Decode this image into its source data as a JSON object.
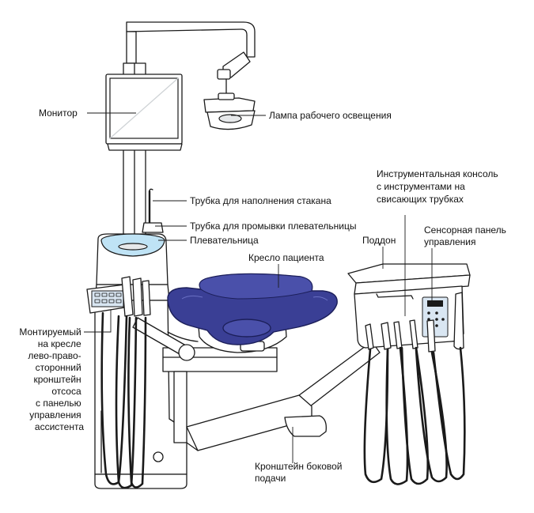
{
  "diagram": {
    "labels": {
      "monitor": "Монитор",
      "lamp": "Лампа рабочего освещения",
      "cup_filler_line1": "Трубка для наполнения стакана",
      "bowl_rinse": "Трубка для промывки плевательницы",
      "spittoon": "Плевательница",
      "patient_chair": "Кресло пациента",
      "tray": "Поддон",
      "instrument_console": [
        "Инструментальная консоль",
        "с инструментами на",
        "свисающих трубках"
      ],
      "touch_panel": [
        "Сенсорная панель",
        "управления"
      ],
      "assistant_arm": [
        "Монтируемый",
        "на кресле",
        "лево-право-",
        "сторонний",
        "кронштейн",
        "отсоса",
        "с панелью",
        "управления",
        "ассистента"
      ],
      "delivery_arm": [
        "Кронштейн боковой",
        "подачи"
      ]
    },
    "colors": {
      "chair_fill": "#3a3f95",
      "chair_stroke": "#1c1f5a",
      "bowl_fill": "#bfe3f5",
      "panel_fill": "#d9e6f2",
      "line": "#1a1a1a"
    }
  }
}
